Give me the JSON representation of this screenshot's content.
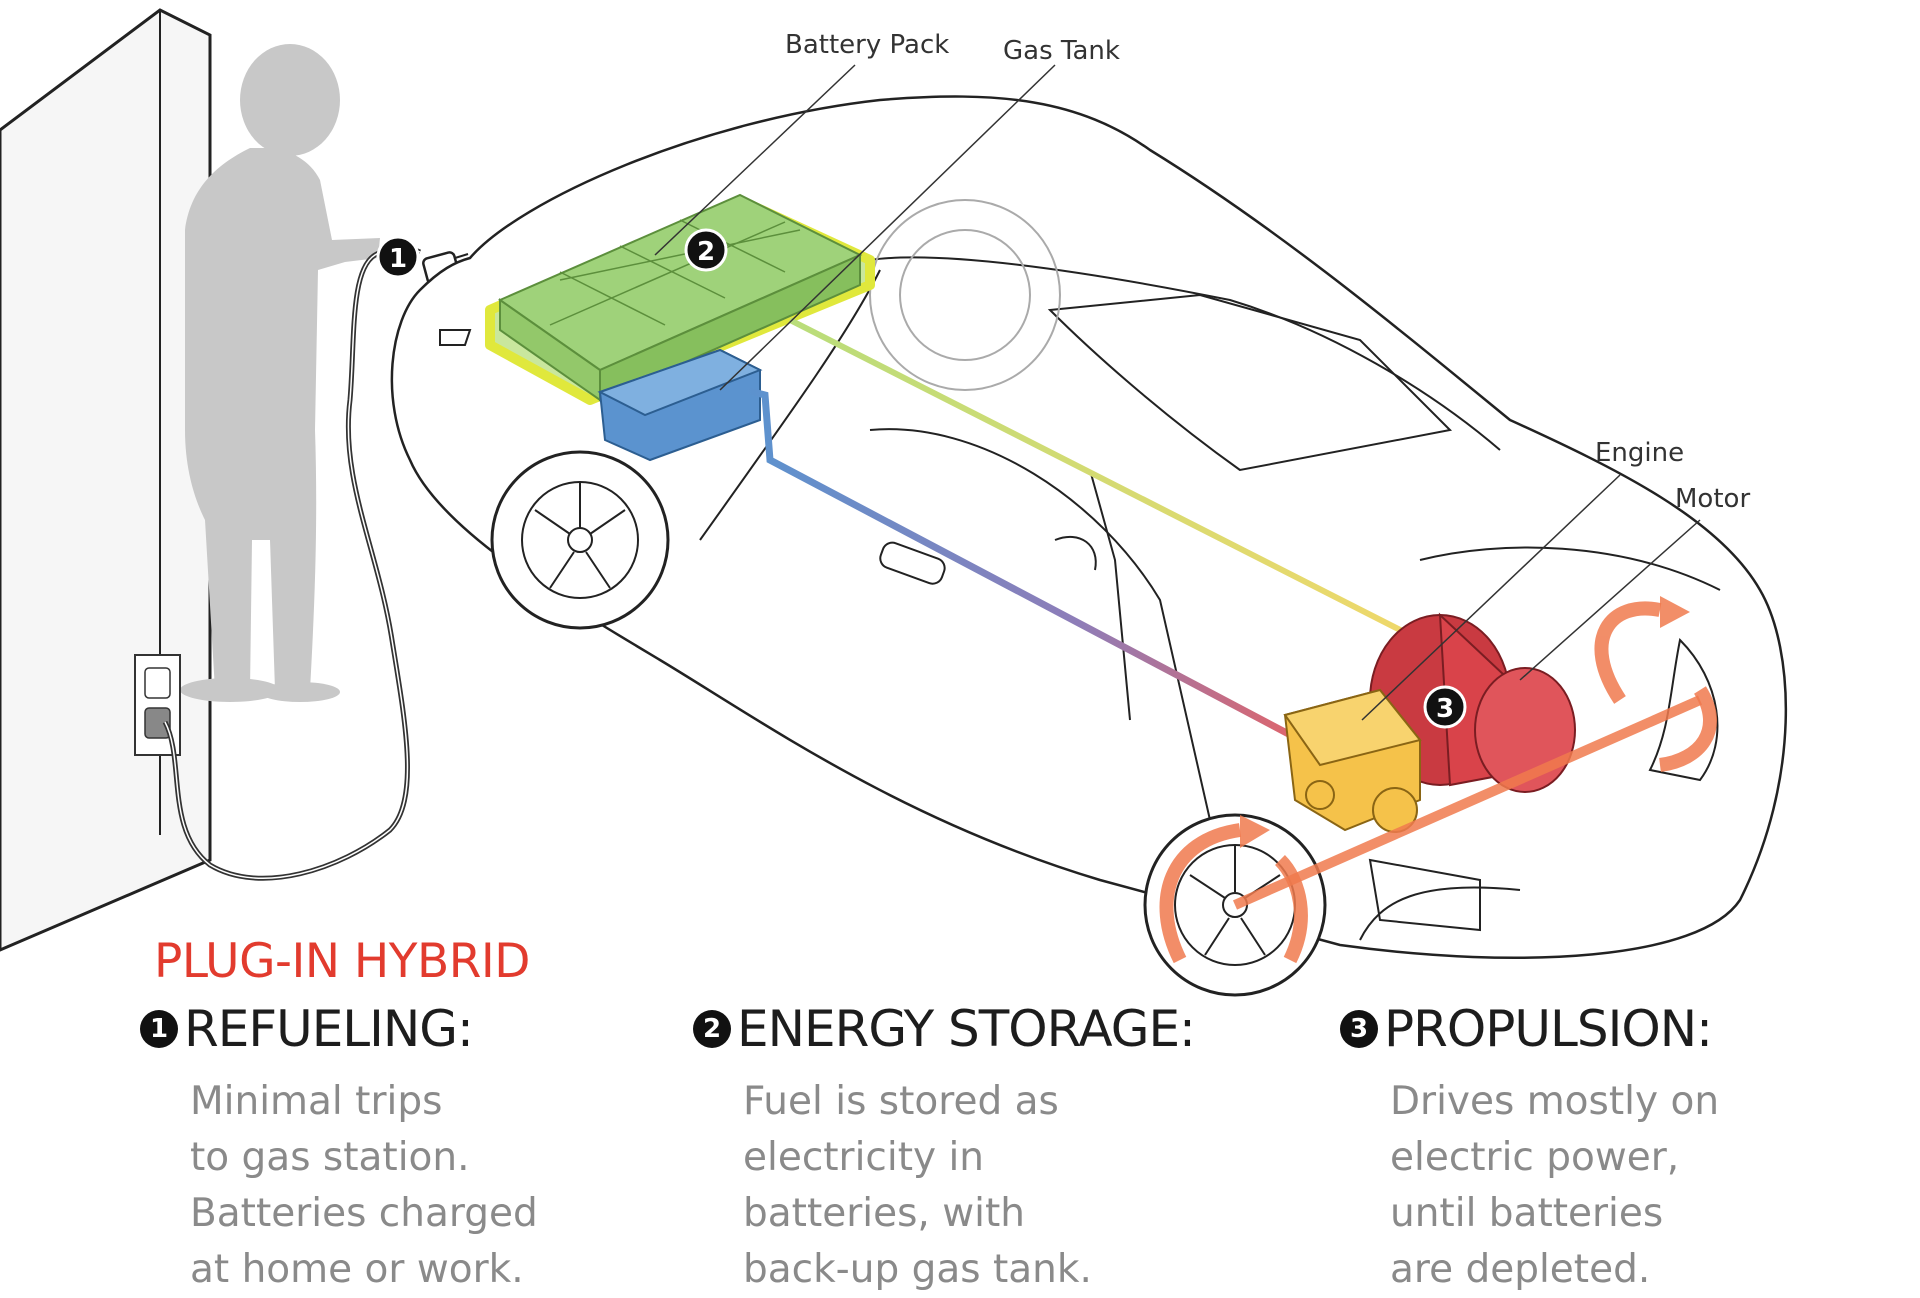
{
  "labels": {
    "battery_pack": "Battery Pack",
    "gas_tank": "Gas Tank",
    "engine": "Engine",
    "motor": "Motor"
  },
  "markers": [
    "1",
    "2",
    "3"
  ],
  "title": "PLUG-IN HYBRID",
  "sections": [
    {
      "number": "1",
      "heading": "REFUELING:",
      "lines": [
        "Minimal trips",
        "to gas station.",
        "Batteries charged",
        "at home or work."
      ]
    },
    {
      "number": "2",
      "heading": "ENERGY STORAGE:",
      "lines": [
        "Fuel is stored as",
        "electricity in",
        "batteries, with",
        "back-up gas tank."
      ]
    },
    {
      "number": "3",
      "heading": "PROPULSION:",
      "lines": [
        "Drives mostly on",
        "electric power,",
        "until batteries",
        "are depleted."
      ]
    }
  ],
  "colors": {
    "title_red": "#e23b2e",
    "battery_green": "#9fd27a",
    "gas_blue": "#5b93cf",
    "engine_yellow": "#f5c24a",
    "motor_red": "#d9434a",
    "wheel_arrow_orange": "#f07a4e",
    "silhouette_gray": "#c8c8c8"
  },
  "icons": [
    "person-silhouette-icon",
    "wall-outlet-icon",
    "plug-icon",
    "wheel-rotation-arrow-icon"
  ]
}
